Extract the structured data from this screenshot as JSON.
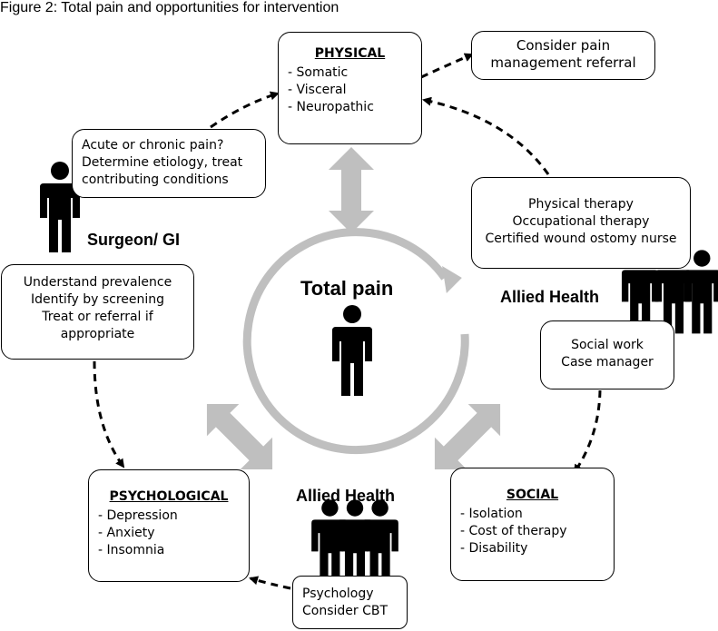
{
  "figure_title": "Figure 2: Total pain and opportunities for intervention",
  "center_label": "Total pain",
  "roles": {
    "surgeon": "Surgeon/ GI",
    "allied_health_right": "Allied Health",
    "allied_health_bottom": "Allied Health"
  },
  "physical": {
    "heading": "PHYSICAL",
    "items": [
      "- Somatic",
      "- Visceral",
      "- Neuropathic"
    ]
  },
  "psychological": {
    "heading": "PSYCHOLOGICAL",
    "items": [
      "- Depression",
      "- Anxiety",
      "- Insomnia"
    ]
  },
  "social": {
    "heading": "SOCIAL",
    "items": [
      "- Isolation",
      "- Cost of therapy",
      "- Disability"
    ]
  },
  "referral": {
    "lines": [
      "Consider pain",
      "management referral"
    ]
  },
  "acute": {
    "lines": [
      "Acute or chronic pain?",
      "Determine etiology, treat",
      "contributing conditions"
    ]
  },
  "understand": {
    "lines": [
      "Understand prevalence",
      "Identify by screening",
      "Treat or referral if",
      "appropriate"
    ]
  },
  "therapy": {
    "lines": [
      "Physical therapy",
      "Occupational therapy",
      "Certified wound ostomy nurse"
    ]
  },
  "socialwork": {
    "lines": [
      "Social work",
      "Case manager"
    ]
  },
  "psychology": {
    "lines": [
      "Psychology",
      "Consider CBT"
    ]
  },
  "colors": {
    "arrow_gray": "#bfbfbf",
    "ink": "#000000"
  },
  "icons": [
    "person-icon",
    "group-icon",
    "double-arrow-icon",
    "dashed-arrow-icon"
  ]
}
